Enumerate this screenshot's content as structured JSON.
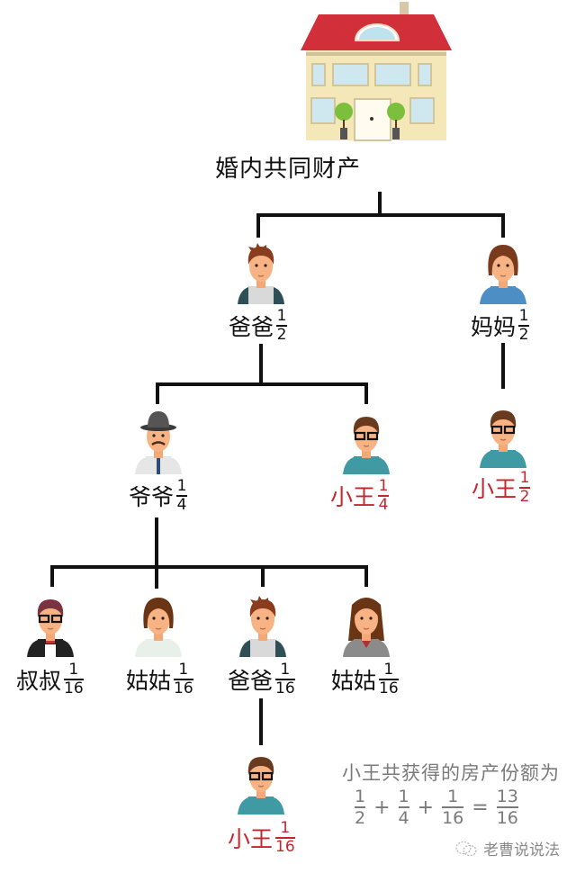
{
  "diagram": {
    "root": {
      "label": "婚内共同财产",
      "icon": "house-icon"
    },
    "nodes": [
      {
        "id": "father",
        "name": "爸爸",
        "num": "1",
        "den": "2",
        "highlight": false,
        "avatar": "man-tshirt"
      },
      {
        "id": "mother",
        "name": "妈妈",
        "num": "1",
        "den": "2",
        "highlight": false,
        "avatar": "woman-short-hair"
      },
      {
        "id": "grandpa",
        "name": "爷爷",
        "num": "1",
        "den": "4",
        "highlight": false,
        "avatar": "old-man-hat"
      },
      {
        "id": "xiaowang-a",
        "name": "小王",
        "num": "1",
        "den": "4",
        "highlight": true,
        "avatar": "boy-glasses"
      },
      {
        "id": "xiaowang-b",
        "name": "小王",
        "num": "1",
        "den": "2",
        "highlight": true,
        "avatar": "boy-glasses"
      },
      {
        "id": "uncle",
        "name": "叔叔",
        "num": "1",
        "den": "16",
        "highlight": false,
        "avatar": "man-tuxedo"
      },
      {
        "id": "aunt-1",
        "name": "姑姑",
        "num": "1",
        "den": "16",
        "highlight": false,
        "avatar": "woman-labcoat"
      },
      {
        "id": "father-2",
        "name": "爸爸",
        "num": "1",
        "den": "16",
        "highlight": false,
        "avatar": "man-tshirt"
      },
      {
        "id": "aunt-2",
        "name": "姑姑",
        "num": "1",
        "den": "16",
        "highlight": false,
        "avatar": "woman-long-hair"
      },
      {
        "id": "xiaowang-c",
        "name": "小王",
        "num": "1",
        "den": "16",
        "highlight": true,
        "avatar": "boy-glasses"
      }
    ],
    "edges": [
      [
        "root",
        "father"
      ],
      [
        "root",
        "mother"
      ],
      [
        "father",
        "grandpa"
      ],
      [
        "father",
        "xiaowang-a"
      ],
      [
        "mother",
        "xiaowang-b"
      ],
      [
        "grandpa",
        "uncle"
      ],
      [
        "grandpa",
        "aunt-1"
      ],
      [
        "grandpa",
        "father-2"
      ],
      [
        "grandpa",
        "aunt-2"
      ],
      [
        "father-2",
        "xiaowang-c"
      ]
    ]
  },
  "summary": {
    "text": "小王共获得的房产份额为",
    "terms": [
      {
        "num": "1",
        "den": "2"
      },
      {
        "num": "1",
        "den": "4"
      },
      {
        "num": "1",
        "den": "16"
      }
    ],
    "plus": "+",
    "equals": "=",
    "result": {
      "num": "13",
      "den": "16"
    }
  },
  "watermark": {
    "text": "老曹说说法",
    "icon": "wechat-icon"
  },
  "colors": {
    "highlight": "#c4262e",
    "line": "#111111",
    "muted": "#7a7a7a",
    "roof": "#d1303a",
    "wall": "#f5e8b8"
  }
}
